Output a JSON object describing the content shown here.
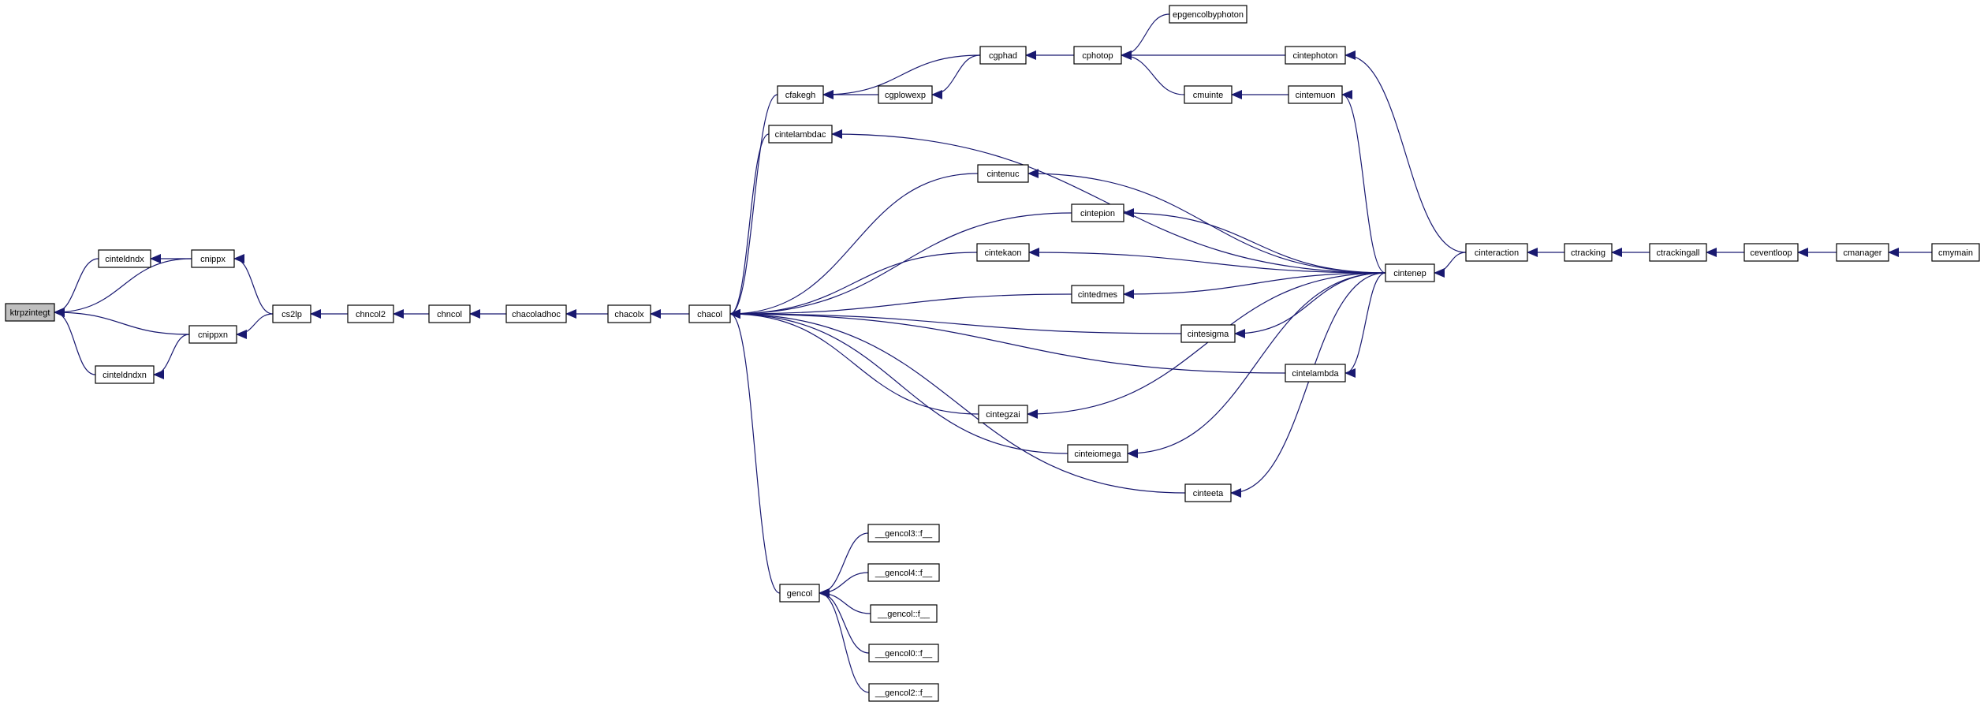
{
  "colors": {
    "edge": "#191970",
    "node_fill": "#ffffff",
    "highlight_fill": "#bfbfbf",
    "node_stroke": "#000000"
  },
  "nodes": [
    {
      "id": "ktrpzintegt",
      "label": "ktrpzintegt",
      "highlight": true
    },
    {
      "id": "cinteldndx",
      "label": "cinteldndx"
    },
    {
      "id": "cinteldndxn",
      "label": "cinteldndxn"
    },
    {
      "id": "cnippx",
      "label": "cnippx"
    },
    {
      "id": "cnippxn",
      "label": "cnippxn"
    },
    {
      "id": "cs2lp",
      "label": "cs2lp"
    },
    {
      "id": "chncol2",
      "label": "chncol2"
    },
    {
      "id": "chncol",
      "label": "chncol"
    },
    {
      "id": "chacoladhoc",
      "label": "chacoladhoc"
    },
    {
      "id": "chacolx",
      "label": "chacolx"
    },
    {
      "id": "chacol",
      "label": "chacol"
    },
    {
      "id": "cfakegh",
      "label": "cfakegh"
    },
    {
      "id": "cintelambdac",
      "label": "cintelambdac"
    },
    {
      "id": "cgphad",
      "label": "cgphad"
    },
    {
      "id": "cgplowexp",
      "label": "cgplowexp"
    },
    {
      "id": "cphotop",
      "label": "cphotop"
    },
    {
      "id": "epgencolbyphoton",
      "label": "epgencolbyphoton"
    },
    {
      "id": "cintephoton",
      "label": "cintephoton"
    },
    {
      "id": "cmuinte",
      "label": "cmuinte"
    },
    {
      "id": "cintemuon",
      "label": "cintemuon"
    },
    {
      "id": "cintenuc",
      "label": "cintenuc"
    },
    {
      "id": "cintepion",
      "label": "cintepion"
    },
    {
      "id": "cintekaon",
      "label": "cintekaon"
    },
    {
      "id": "cintedmes",
      "label": "cintedmes"
    },
    {
      "id": "cintesigma",
      "label": "cintesigma"
    },
    {
      "id": "cintelambda",
      "label": "cintelambda"
    },
    {
      "id": "cintegzai",
      "label": "cintegzai"
    },
    {
      "id": "cinteiomega",
      "label": "cinteiomega"
    },
    {
      "id": "cinteeta",
      "label": "cinteeta"
    },
    {
      "id": "gencol",
      "label": "gencol"
    },
    {
      "id": "gencol3",
      "label": "__gencol3::f__"
    },
    {
      "id": "gencol4",
      "label": "__gencol4::f__"
    },
    {
      "id": "gencol1",
      "label": "__gencol::f__"
    },
    {
      "id": "gencol0",
      "label": "__gencol0::f__"
    },
    {
      "id": "gencol2",
      "label": "__gencol2::f__"
    },
    {
      "id": "cintenep",
      "label": "cintenep"
    },
    {
      "id": "cinteraction",
      "label": "cinteraction"
    },
    {
      "id": "ctracking",
      "label": "ctracking"
    },
    {
      "id": "ctrackingall",
      "label": "ctrackingall"
    },
    {
      "id": "ceventloop",
      "label": "ceventloop"
    },
    {
      "id": "cmanager",
      "label": "cmanager"
    },
    {
      "id": "cmymain",
      "label": "cmymain"
    }
  ],
  "edges": [
    [
      "cinteldndx",
      "ktrpzintegt"
    ],
    [
      "cinteldndxn",
      "ktrpzintegt"
    ],
    [
      "cnippx",
      "ktrpzintegt"
    ],
    [
      "cnippxn",
      "ktrpzintegt"
    ],
    [
      "cnippx",
      "cinteldndx"
    ],
    [
      "cnippxn",
      "cinteldndxn"
    ],
    [
      "cs2lp",
      "cnippx"
    ],
    [
      "cs2lp",
      "cnippxn"
    ],
    [
      "chncol2",
      "cs2lp"
    ],
    [
      "chncol",
      "chncol2"
    ],
    [
      "chacoladhoc",
      "chncol"
    ],
    [
      "chacolx",
      "chacoladhoc"
    ],
    [
      "chacol",
      "chacolx"
    ],
    [
      "cfakegh",
      "chacol"
    ],
    [
      "cintelambdac",
      "chacol"
    ],
    [
      "cintenuc",
      "chacol"
    ],
    [
      "cintepion",
      "chacol"
    ],
    [
      "cintekaon",
      "chacol"
    ],
    [
      "cintedmes",
      "chacol"
    ],
    [
      "cintesigma",
      "chacol"
    ],
    [
      "cintelambda",
      "chacol"
    ],
    [
      "cintegzai",
      "chacol"
    ],
    [
      "cinteiomega",
      "chacol"
    ],
    [
      "cinteeta",
      "chacol"
    ],
    [
      "gencol",
      "chacol"
    ],
    [
      "cgphad",
      "cfakegh"
    ],
    [
      "cgplowexp",
      "cfakegh"
    ],
    [
      "cgphad",
      "cgplowexp"
    ],
    [
      "cphotop",
      "cgphad"
    ],
    [
      "epgencolbyphoton",
      "cphotop"
    ],
    [
      "cintephoton",
      "cphotop"
    ],
    [
      "cmuinte",
      "cphotop"
    ],
    [
      "cintemuon",
      "cmuinte"
    ],
    [
      "cintenep",
      "cintelambdac"
    ],
    [
      "cintenep",
      "cintenuc"
    ],
    [
      "cintenep",
      "cintepion"
    ],
    [
      "cintenep",
      "cintekaon"
    ],
    [
      "cintenep",
      "cintedmes"
    ],
    [
      "cintenep",
      "cintesigma"
    ],
    [
      "cintenep",
      "cintelambda"
    ],
    [
      "cintenep",
      "cintegzai"
    ],
    [
      "cintenep",
      "cinteiomega"
    ],
    [
      "cintenep",
      "cinteeta"
    ],
    [
      "cintenep",
      "cintemuon"
    ],
    [
      "cinteraction",
      "cintephoton"
    ],
    [
      "cinteraction",
      "cintenep"
    ],
    [
      "ctracking",
      "cinteraction"
    ],
    [
      "ctrackingall",
      "ctracking"
    ],
    [
      "ceventloop",
      "ctrackingall"
    ],
    [
      "cmanager",
      "ceventloop"
    ],
    [
      "cmymain",
      "cmanager"
    ],
    [
      "gencol3",
      "gencol"
    ],
    [
      "gencol4",
      "gencol"
    ],
    [
      "gencol1",
      "gencol"
    ],
    [
      "gencol0",
      "gencol"
    ],
    [
      "gencol2",
      "gencol"
    ]
  ]
}
